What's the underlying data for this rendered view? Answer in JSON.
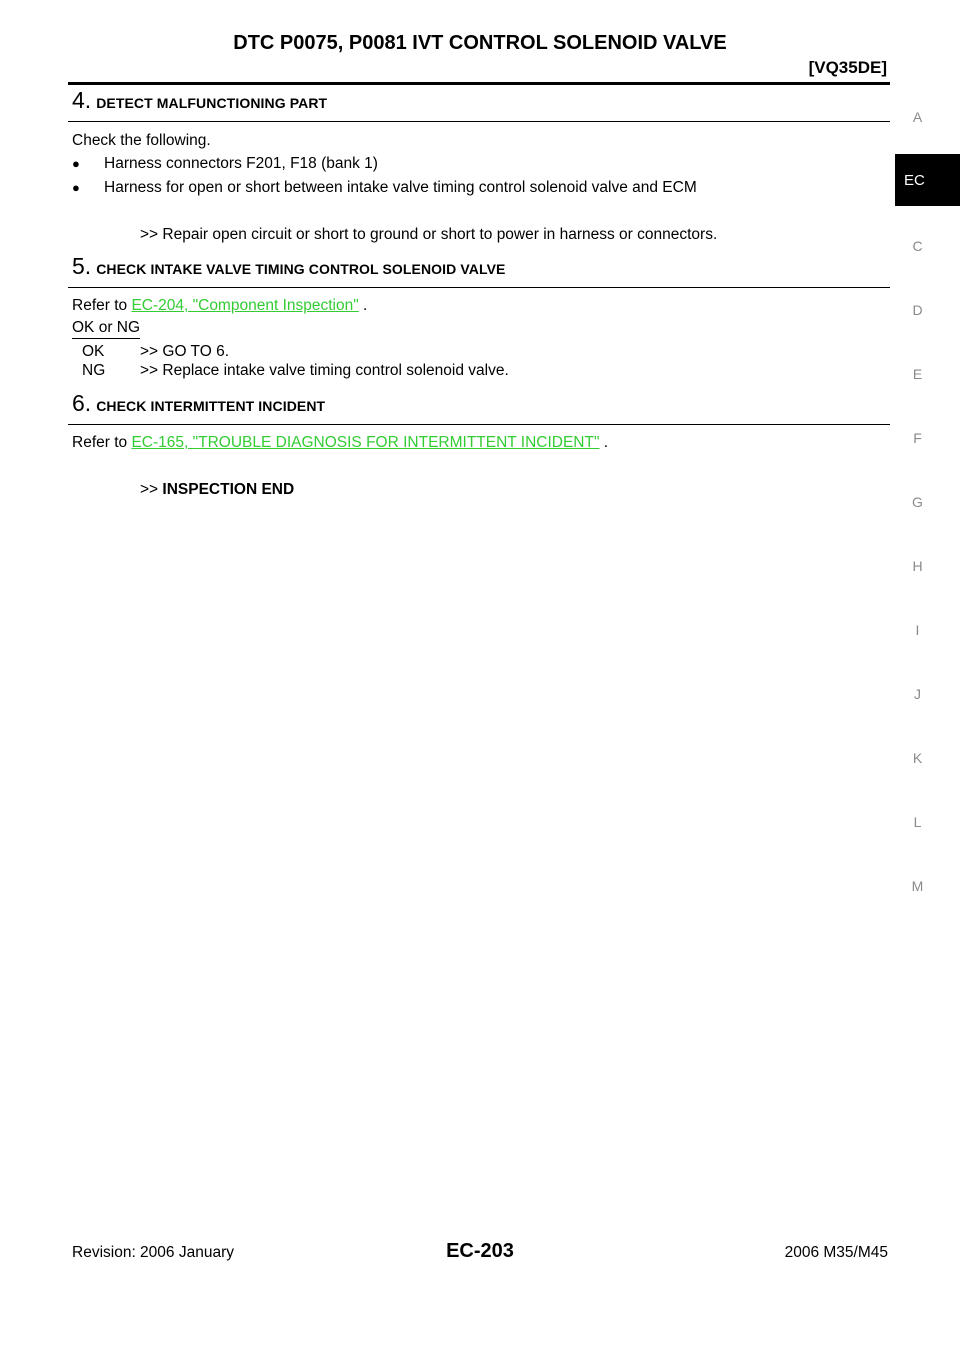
{
  "header": {
    "title": "DTC P0075, P0081 IVT CONTROL SOLENOID VALVE",
    "subtitle": "[VQ35DE]"
  },
  "side_index": {
    "letters": [
      "A",
      "C",
      "D",
      "E",
      "F",
      "G",
      "H",
      "I",
      "J",
      "K",
      "L",
      "M"
    ],
    "active": "EC"
  },
  "steps": [
    {
      "number": "4.",
      "title": "DETECT MALFUNCTIONING PART",
      "intro": "Check the following.",
      "bullets": [
        "Harness connectors F201, F18 (bank 1)",
        "Harness for open or short between intake valve timing control solenoid valve and ECM"
      ],
      "result": ">> Repair open circuit or short to ground or short to power in harness or connectors."
    },
    {
      "number": "5.",
      "title": "CHECK INTAKE VALVE TIMING CONTROL SOLENOID VALVE",
      "refer_prefix": "Refer to ",
      "refer_link": "EC-204, \"Component Inspection\"",
      "refer_suffix": " .",
      "okng_label": "OK or NG",
      "ok_label": "OK",
      "ok_action": ">> GO TO 6.",
      "ng_label": "NG",
      "ng_action": ">> Replace intake valve timing control solenoid valve."
    },
    {
      "number": "6.",
      "title": "CHECK INTERMITTENT INCIDENT",
      "refer_prefix": "Refer to ",
      "refer_link": "EC-165, \"TROUBLE DIAGNOSIS FOR INTERMITTENT INCIDENT\"",
      "refer_suffix": " .",
      "result_prefix": ">> ",
      "result_bold": "INSPECTION END"
    }
  ],
  "footer": {
    "revision": "Revision: 2006 January",
    "page": "EC-203",
    "model": "2006 M35/M45"
  },
  "colors": {
    "link": "#33cc33",
    "side_letter": "#8a8a8a",
    "active_tab_bg": "#000000"
  }
}
